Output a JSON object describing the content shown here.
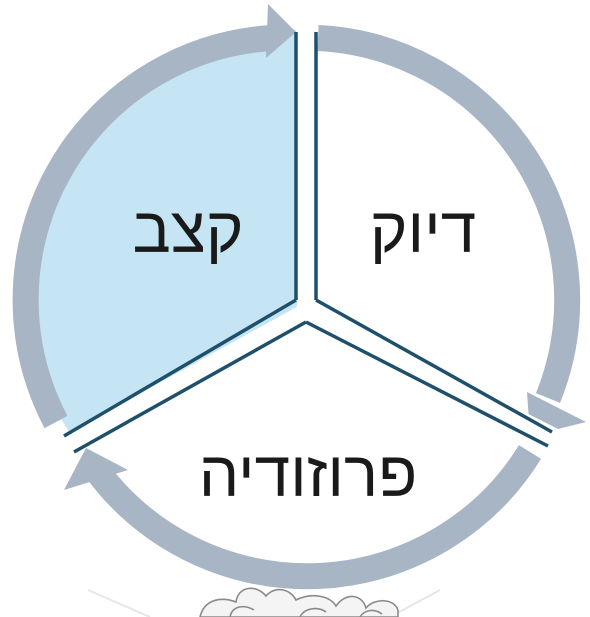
{
  "diagram": {
    "type": "cycle",
    "segments": [
      {
        "id": "top-right",
        "label": "דיוק",
        "fill": "#ffffff"
      },
      {
        "id": "bottom",
        "label": "פרוזודיה",
        "fill": "#ffffff"
      },
      {
        "id": "top-left",
        "label": "קצב",
        "fill": "#c5e4f4"
      }
    ],
    "colors": {
      "ring": "#a7b5c4",
      "divider": "#1e4f6b",
      "highlight": "#c5e4f4",
      "cloud_outline": "#8a8a8a",
      "cloud_fill": "#f4f4f4"
    }
  }
}
